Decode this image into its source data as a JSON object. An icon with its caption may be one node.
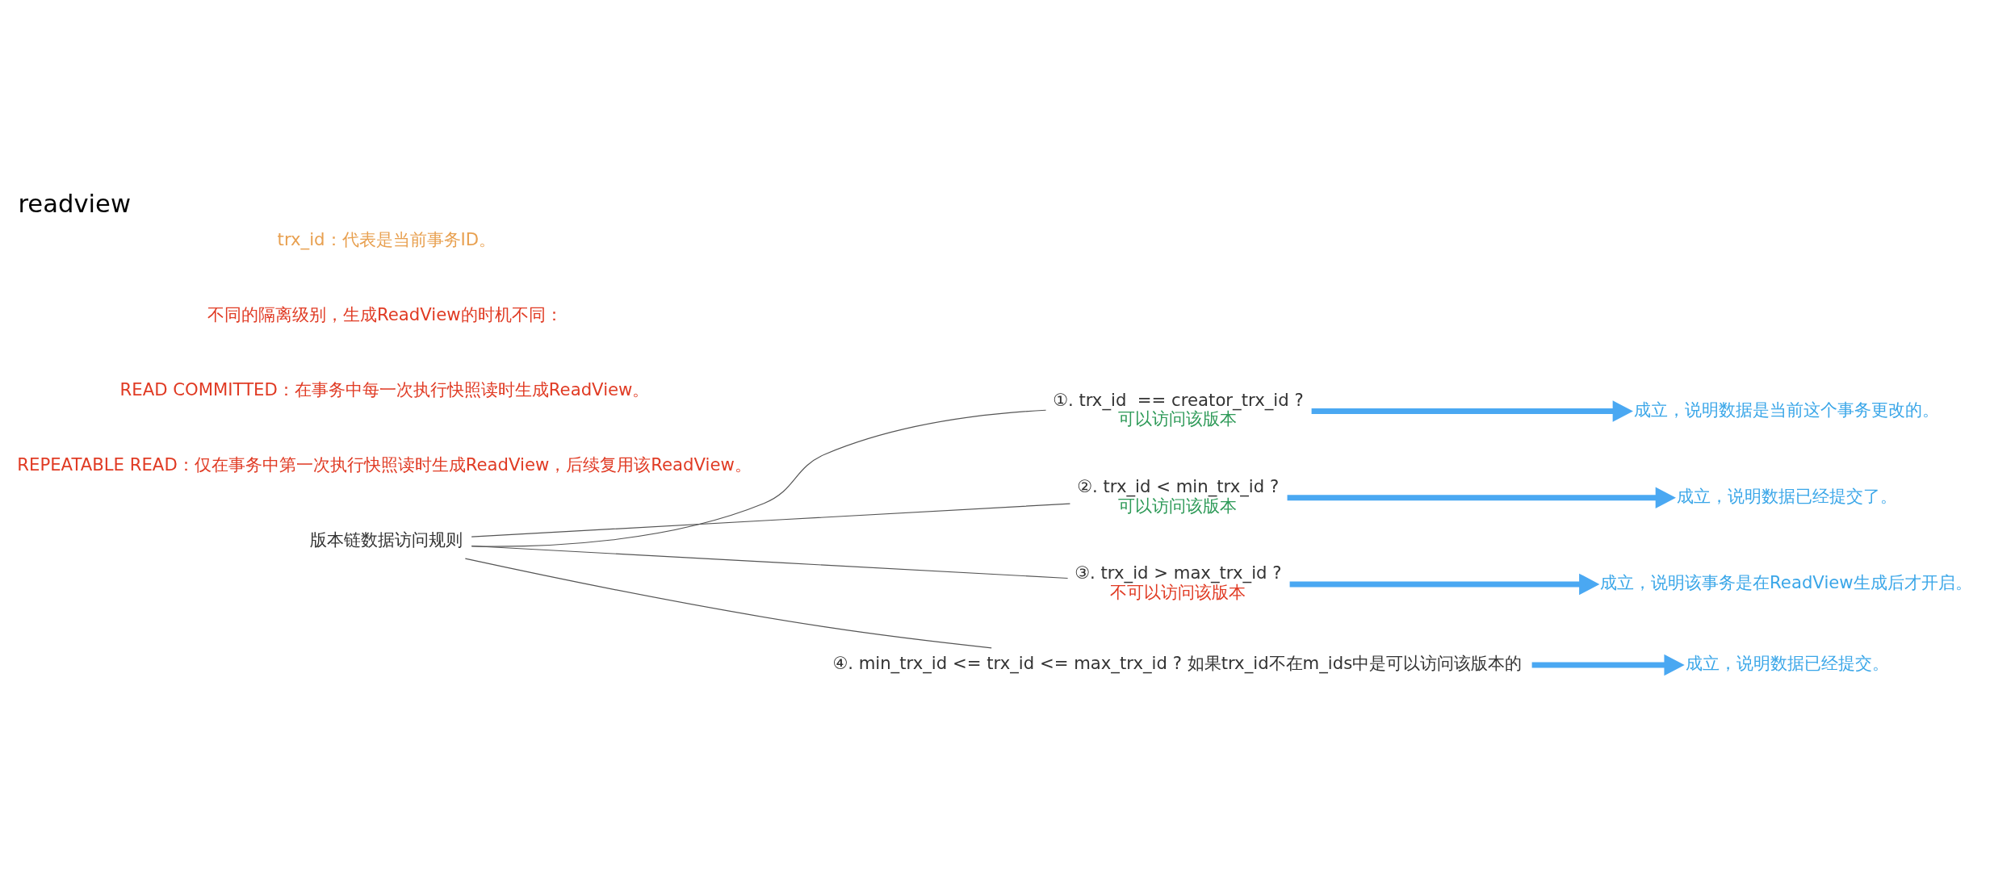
{
  "diagram": {
    "title": "readview",
    "nodes": [
      {
        "text": [
          "版本链数据访问规则"
        ]
      },
      {
        "text": [
          "①. trx_id  == creator_trx_id ?",
          "可以访问该版本"
        ]
      },
      {
        "text": [
          "②. trx_id < min_trx_id ?",
          "可以访问该版本"
        ]
      },
      {
        "text": [
          "③. trx_id > max_trx_id ?",
          "不可以访问该版本"
        ]
      },
      {
        "text": [
          "④. min_trx_id <= trx_id <= max_trx_id ? 如果trx_id不在m_ids中是可以访问该版本的"
        ]
      },
      {
        "text": [
          "成立，说明数据是当前这个事务更改的。"
        ]
      },
      {
        "text": [
          "成立，说明数据已经提交了。"
        ]
      },
      {
        "text": [
          "成立，说明该事务是在ReadView生成后才开启。"
        ]
      },
      {
        "text": [
          "成立，说明数据已经提交。"
        ]
      }
    ],
    "edges": [
      {
        "from": 0,
        "to": 1,
        "arrow": "none",
        "color": "#555555"
      },
      {
        "from": 0,
        "to": 2,
        "arrow": "none",
        "color": "#555555"
      },
      {
        "from": 0,
        "to": 3,
        "arrow": "none",
        "color": "#555555"
      },
      {
        "from": 0,
        "to": 4,
        "arrow": "none",
        "color": "#555555"
      },
      {
        "from": 1,
        "to": 5,
        "arrow": "to",
        "style": "thick",
        "color": "#4aa8f2"
      },
      {
        "from": 2,
        "to": 6,
        "arrow": "to",
        "style": "thick",
        "color": "#4aa8f2"
      },
      {
        "from": 3,
        "to": 7,
        "arrow": "to",
        "style": "thick",
        "color": "#4aa8f2"
      },
      {
        "from": 4,
        "to": 8,
        "arrow": "to",
        "style": "thick",
        "color": "#4aa8f2"
      }
    ],
    "labels": [
      "trx_id：代表是当前事务ID。",
      "不同的隔离级别，生成ReadView的时机不同：",
      "READ COMMITTED：在事务中每一次执行快照读时生成ReadView。",
      "REPEATABLE READ：仅在事务中第一次执行快照读时生成ReadView，后续复用该ReadView。"
    ]
  }
}
